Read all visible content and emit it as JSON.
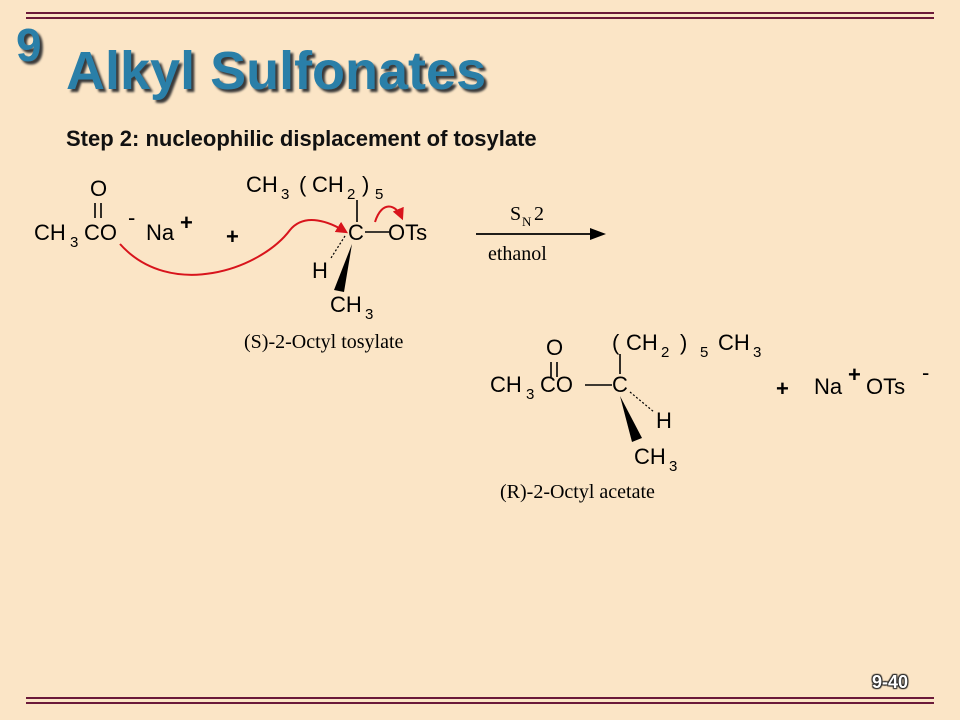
{
  "slide": {
    "chapter_number": "9",
    "title": "Alkyl Sulfonates",
    "subtitle": "Step 2: nucleophilic displacement of tosylate",
    "page_number": "9-40"
  },
  "reaction": {
    "conditions_above": "S",
    "conditions_above_sub": "N",
    "conditions_above_num": "2",
    "conditions_below": "ethanol",
    "plus_sign": "+",
    "reactant1": {
      "carbonyl_O": "O",
      "ch": "CH",
      "sub3": "3",
      "co": "CO",
      "charge_minus": "-",
      "counterion": "Na",
      "charge_plus": "+"
    },
    "reactant2": {
      "chain_ch3": "CH",
      "chain_sub3": "3",
      "paren_open": "(",
      "chain_ch2": "CH",
      "chain_sub2": "2",
      "paren_close": ")",
      "chain_sub5": "5",
      "center_C": "C",
      "leaving_group": "OTs",
      "h_atom": "H",
      "methyl_ch": "CH",
      "methyl_sub3": "3",
      "name": "(S)-2-Octyl tosylate"
    },
    "product": {
      "carbonyl_O": "O",
      "ch": "CH",
      "sub3": "3",
      "co": "CO",
      "center_C": "C",
      "paren_open": "(",
      "chain_ch2": "CH",
      "chain_sub2": "2",
      "paren_close": ")",
      "chain_sub5": "5",
      "chain_ch3": "CH",
      "chain_sub3": "3",
      "h_atom": "H",
      "methyl_ch": "CH",
      "methyl_sub3": "3",
      "name": "(R)-2-Octyl acetate"
    },
    "byproduct": {
      "na": "Na",
      "plus": "+",
      "ots": "OTs",
      "minus": "-"
    },
    "colors": {
      "arrow_red": "#d8141c",
      "title_blue": "#2a7fa8",
      "background": "#fbe5c6",
      "rule": "#6b1a3a"
    }
  }
}
